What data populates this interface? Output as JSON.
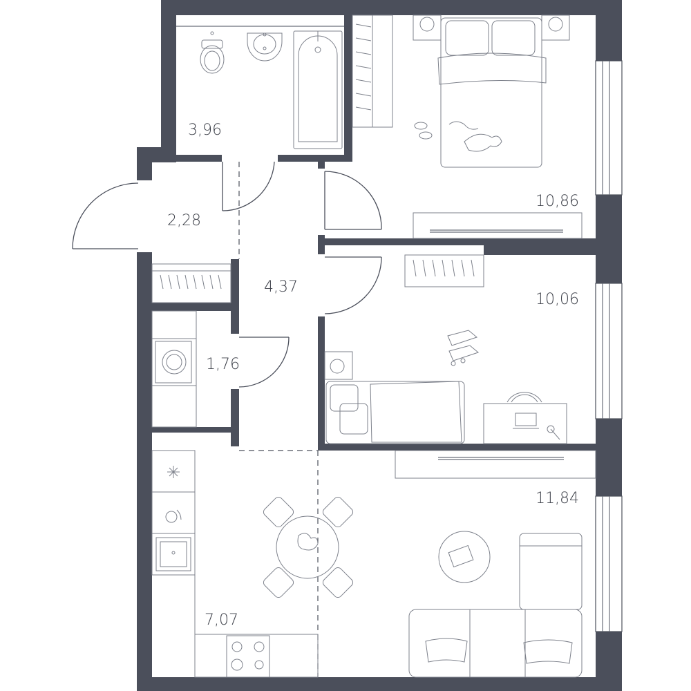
{
  "rooms": [
    {
      "id": "bathroom",
      "area": "3,96"
    },
    {
      "id": "entry",
      "area": "2,28"
    },
    {
      "id": "hallway",
      "area": "4,37"
    },
    {
      "id": "laundry",
      "area": "1,76"
    },
    {
      "id": "bedroom",
      "area": "10,86"
    },
    {
      "id": "bedroom2",
      "area": "10,06"
    },
    {
      "id": "kitchen",
      "area": "7,07"
    },
    {
      "id": "living-room",
      "area": "11,84"
    }
  ],
  "colors": {
    "wall": "#4b4f5b",
    "line": "#6a6f7a",
    "background": "#ffffff"
  }
}
